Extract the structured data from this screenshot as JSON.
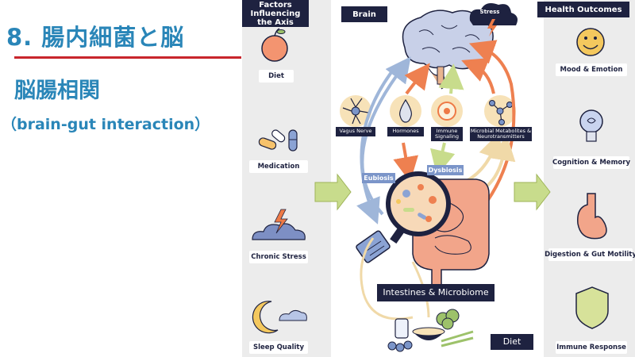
{
  "slide": {
    "title": "8. 腸内細菌と脳",
    "subtitle": "脳腸相関",
    "subtitle_en": "（brain-gut interaction）"
  },
  "factors": {
    "heading": "Factors Influencing the Axis",
    "items": [
      {
        "label": "Diet",
        "icon": "apple-icon"
      },
      {
        "label": "Medication",
        "icon": "pills-icon"
      },
      {
        "label": "Chronic Stress",
        "icon": "storm-cloud-icon"
      },
      {
        "label": "Sleep Quality",
        "icon": "moon-cloud-icon"
      }
    ]
  },
  "outcomes": {
    "heading": "Health Outcomes",
    "items": [
      {
        "label": "Mood & Emotion",
        "icon": "smiley-icon"
      },
      {
        "label": "Cognition & Memory",
        "icon": "lightbulb-icon"
      },
      {
        "label": "Digestion & Gut Motility",
        "icon": "stomach-icon"
      },
      {
        "label": "Immune Response",
        "icon": "shield-icon"
      }
    ]
  },
  "center": {
    "brain_label": "Brain",
    "stress_label": "Stress",
    "pathways": [
      {
        "label": "Vagus Nerve",
        "icon": "neuron-icon"
      },
      {
        "label": "Hormones",
        "icon": "droplet-icon"
      },
      {
        "label": "Immune Signaling",
        "icon": "cell-icon"
      },
      {
        "label": "Microbial Metabolites & Neurotransmitters",
        "icon": "molecule-icon"
      }
    ],
    "eubiosis_label": "Eubiosis",
    "dysbiosis_label": "Dysbiosis",
    "intestines_label": "Intestines & Microbiome",
    "diet_label": "Diet"
  },
  "colors": {
    "title_blue": "#2a86b8",
    "rule_red": "#c8252c",
    "navy": "#1e2240",
    "panel_gray": "#ececec",
    "arrow_green": "#c8dc8c",
    "arrow_blue": "#9fb6d9",
    "arrow_orange": "#ee8050",
    "gut_pink": "#f2a58a"
  }
}
